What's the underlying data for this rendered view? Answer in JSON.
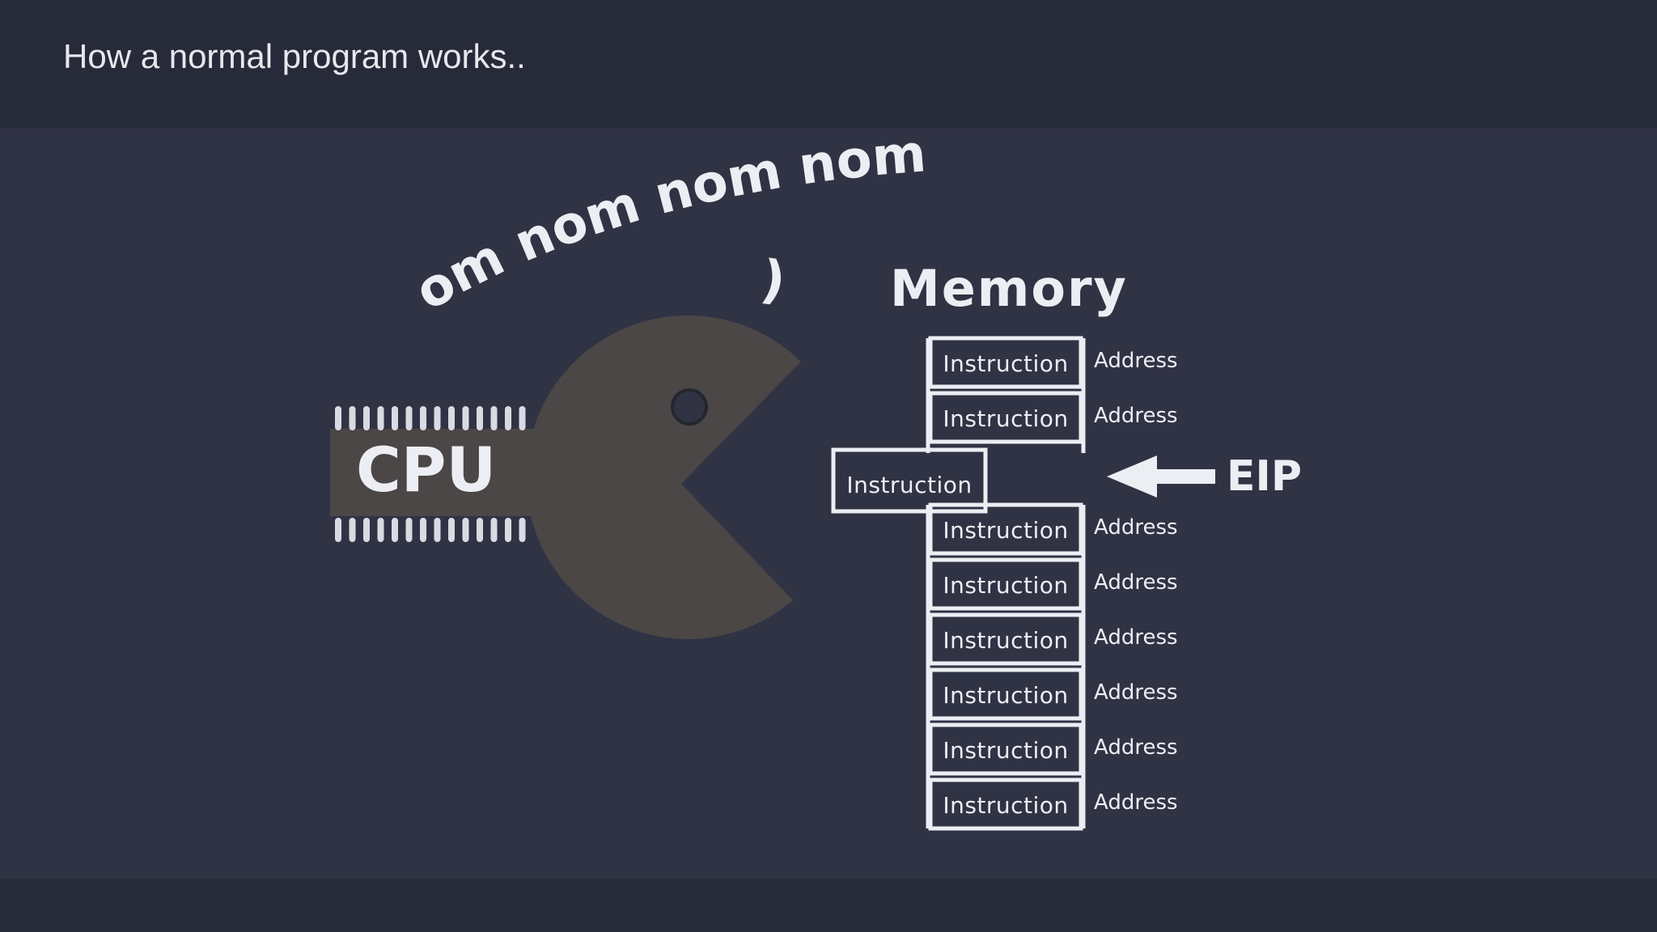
{
  "title": "How a normal program works..",
  "speech": "om nom nom nom",
  "speech_tick": ")",
  "cpu_label": "CPU",
  "memory": {
    "title": "Memory",
    "rows": [
      {
        "instruction": "Instruction",
        "address": "Address"
      },
      {
        "instruction": "Instruction",
        "address": "Address"
      },
      {
        "instruction": "Instruction",
        "address": "Address"
      },
      {
        "instruction": "Instruction",
        "address": "Address"
      },
      {
        "instruction": "Instruction",
        "address": "Address"
      },
      {
        "instruction": "Instruction",
        "address": "Address"
      },
      {
        "instruction": "Instruction",
        "address": "Address"
      },
      {
        "instruction": "Instruction",
        "address": "Address"
      }
    ],
    "eaten_instruction": "Instruction"
  },
  "pointer_label": "EIP",
  "colors": {
    "background": "#303344",
    "header": "#272b39",
    "pacman": "#4a4746",
    "chalk": "#eceef3"
  }
}
